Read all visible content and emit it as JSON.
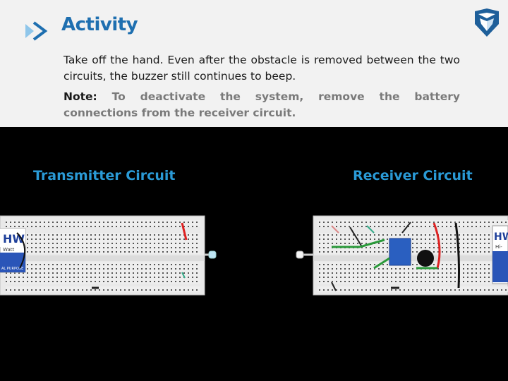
{
  "header": {
    "title": "Activity",
    "paragraph": "Take off the hand. Even after the obstacle is removed between the two circuits, the buzzer still continues to beep.",
    "note_label": "Note:",
    "note_text": "To deactivate the system, remove the battery connections from the receiver circuit."
  },
  "photo": {
    "transmitter_label": "Transmitter Circuit",
    "receiver_label": "Receiver Circuit",
    "battery_left_text": "HW",
    "battery_left_sub": "Watt",
    "battery_left_bottom": "AL PURPOSE",
    "battery_right_text": "HW",
    "battery_right_sub": "Hi-"
  },
  "colors": {
    "accent": "#1e6fb0",
    "label_blue": "#2a9ad6",
    "note_gray": "#7a7a7a",
    "background": "#f2f2f2"
  },
  "icons": [
    "chevron-right-icon",
    "shield-logo-icon"
  ]
}
